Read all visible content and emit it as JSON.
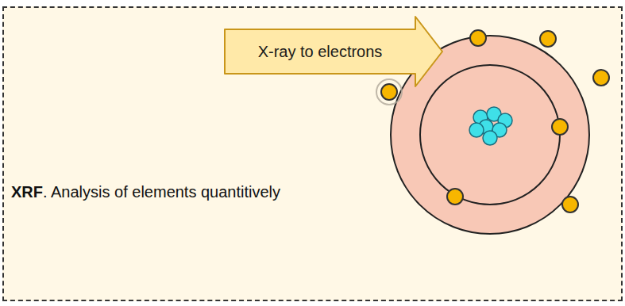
{
  "diagram": {
    "nodes": [
      {
        "text": [
          "X-ray to electrons"
        ]
      }
    ],
    "labels": [
      "XRF",
      ". Analysis of elements quantitively"
    ]
  }
}
